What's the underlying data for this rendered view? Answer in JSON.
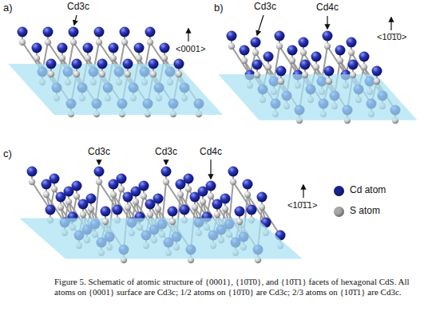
{
  "diagram": {
    "caption": "Figure 5. Schematic of atomic structure of {0001}, {10̄1̄0}, and {10̄1̄1} facets of hexagonal CdS. All atoms on {0001} surface are Cd3c; 1/2 atoms on {10̄1̄0} are Cd3c; 2/3 atoms on {10̄1̄1} are Cd3c.",
    "labels": [
      "a)",
      "Cd3c",
      "<0001>",
      "b)",
      "Cd3c",
      "Cd4c",
      "<10̄1̄0>",
      "c)",
      "Cd3c",
      "Cd3c",
      "Cd4c",
      "<10̄1̄1>"
    ],
    "legend": [
      {
        "text": "Cd atom",
        "color": "#1a2190"
      },
      {
        "text": "S atom",
        "color": "#a8a8a8"
      }
    ]
  }
}
